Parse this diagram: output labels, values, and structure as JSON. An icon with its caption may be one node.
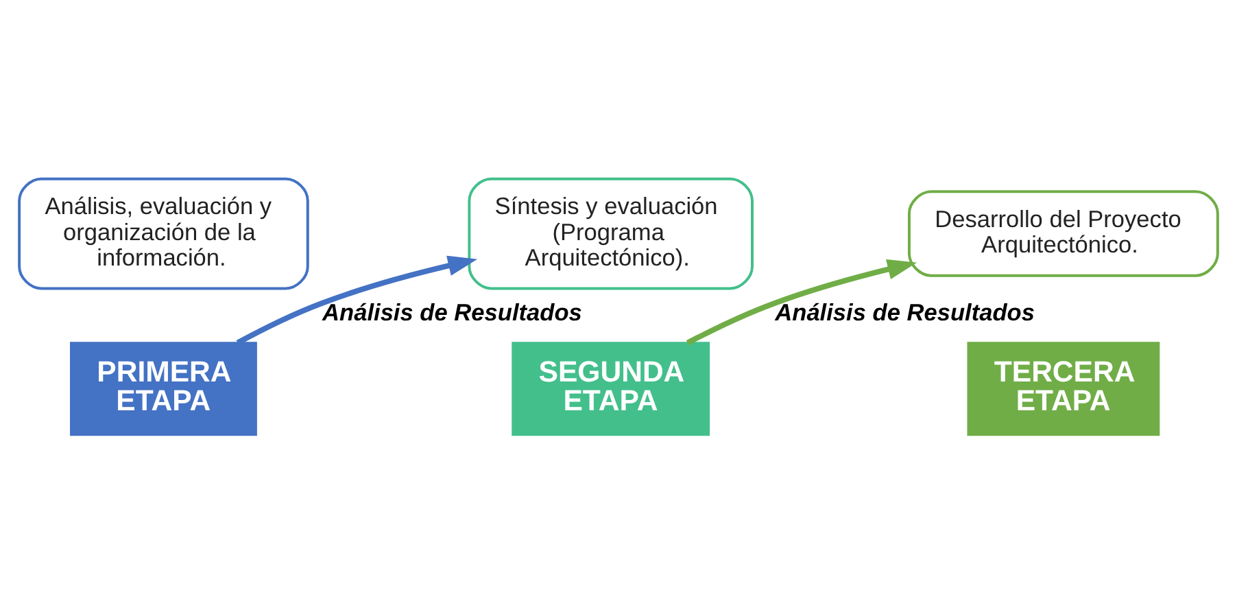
{
  "diagram": {
    "nodes": [
      {
        "text": [
          "Análisis, evaluación y organización de la información."
        ]
      },
      {
        "text": [
          "PRIMERA ETAPA"
        ]
      },
      {
        "text": [
          "Síntesis y evaluación (Programa Arquitectónico)."
        ]
      },
      {
        "text": [
          "SEGUNDA ETAPA"
        ]
      },
      {
        "text": [
          "Desarrollo del Proyecto Arquitectónico."
        ]
      },
      {
        "text": [
          "TERCERA ETAPA"
        ]
      }
    ],
    "edges": [
      {
        "from": 1,
        "to": 2,
        "arrow": "to",
        "label": "Análisis de Resultados",
        "color": "#4472c4"
      },
      {
        "from": 3,
        "to": 4,
        "arrow": "to",
        "label": "Análisis de Resultados",
        "color": "#70ad47"
      }
    ]
  }
}
